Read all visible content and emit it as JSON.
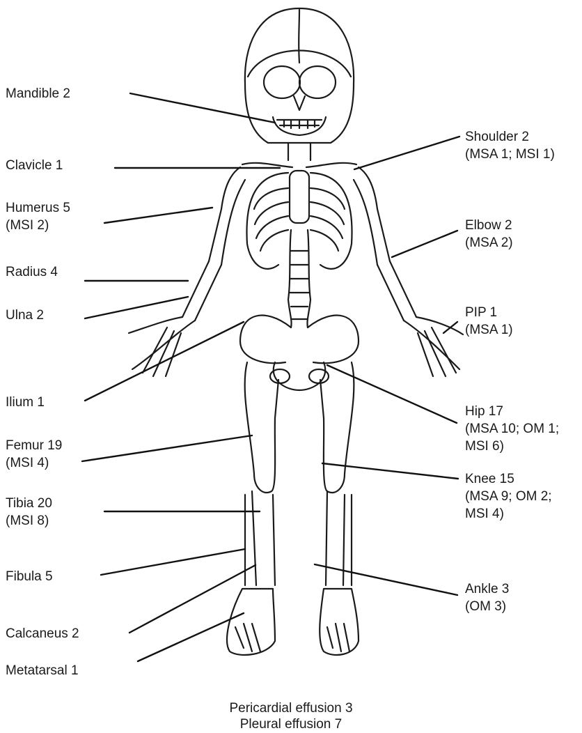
{
  "labels": {
    "mandible": {
      "line1": "Mandible 2"
    },
    "clavicle": {
      "line1": "Clavicle 1"
    },
    "humerus": {
      "line1": "Humerus 5",
      "line2": "(MSI 2)"
    },
    "radius": {
      "line1": "Radius 4"
    },
    "ulna": {
      "line1": "Ulna 2"
    },
    "ilium": {
      "line1": "Ilium 1"
    },
    "femur": {
      "line1": "Femur 19",
      "line2": "(MSI 4)"
    },
    "tibia": {
      "line1": "Tibia 20",
      "line2": "(MSI 8)"
    },
    "fibula": {
      "line1": "Fibula 5"
    },
    "calcaneus": {
      "line1": "Calcaneus 2"
    },
    "metatarsal": {
      "line1": "Metatarsal 1"
    },
    "shoulder": {
      "line1": "Shoulder 2",
      "line2": "(MSA 1; MSI 1)"
    },
    "elbow": {
      "line1": "Elbow 2",
      "line2": "(MSA 2)"
    },
    "pip": {
      "line1": "PIP 1",
      "line2": "(MSA 1)"
    },
    "hip": {
      "line1": "Hip 17",
      "line2": "(MSA 10; OM 1;",
      "line3": "MSI 6)"
    },
    "knee": {
      "line1": "Knee 15",
      "line2": "(MSA 9; OM 2;",
      "line3": "MSI 4)"
    },
    "ankle": {
      "line1": "Ankle 3",
      "line2": "(OM 3)"
    }
  },
  "footer": {
    "pericardial": "Pericardial effusion 3",
    "pleural": "Pleural effusion 7"
  }
}
